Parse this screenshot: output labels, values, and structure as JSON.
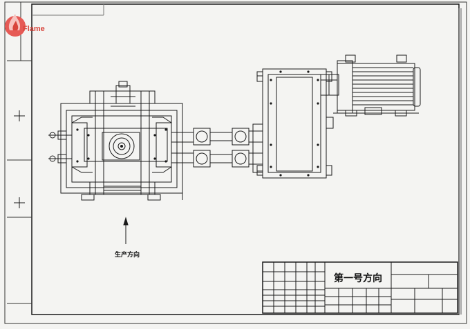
{
  "watermark": {
    "brand": "Flame"
  },
  "drawing": {
    "production_direction_label": "生产方向",
    "title": "第一号方向"
  },
  "colors": {
    "line": "#1a1a1a",
    "paper": "#f4f4f2",
    "logo": "#d8453c"
  }
}
